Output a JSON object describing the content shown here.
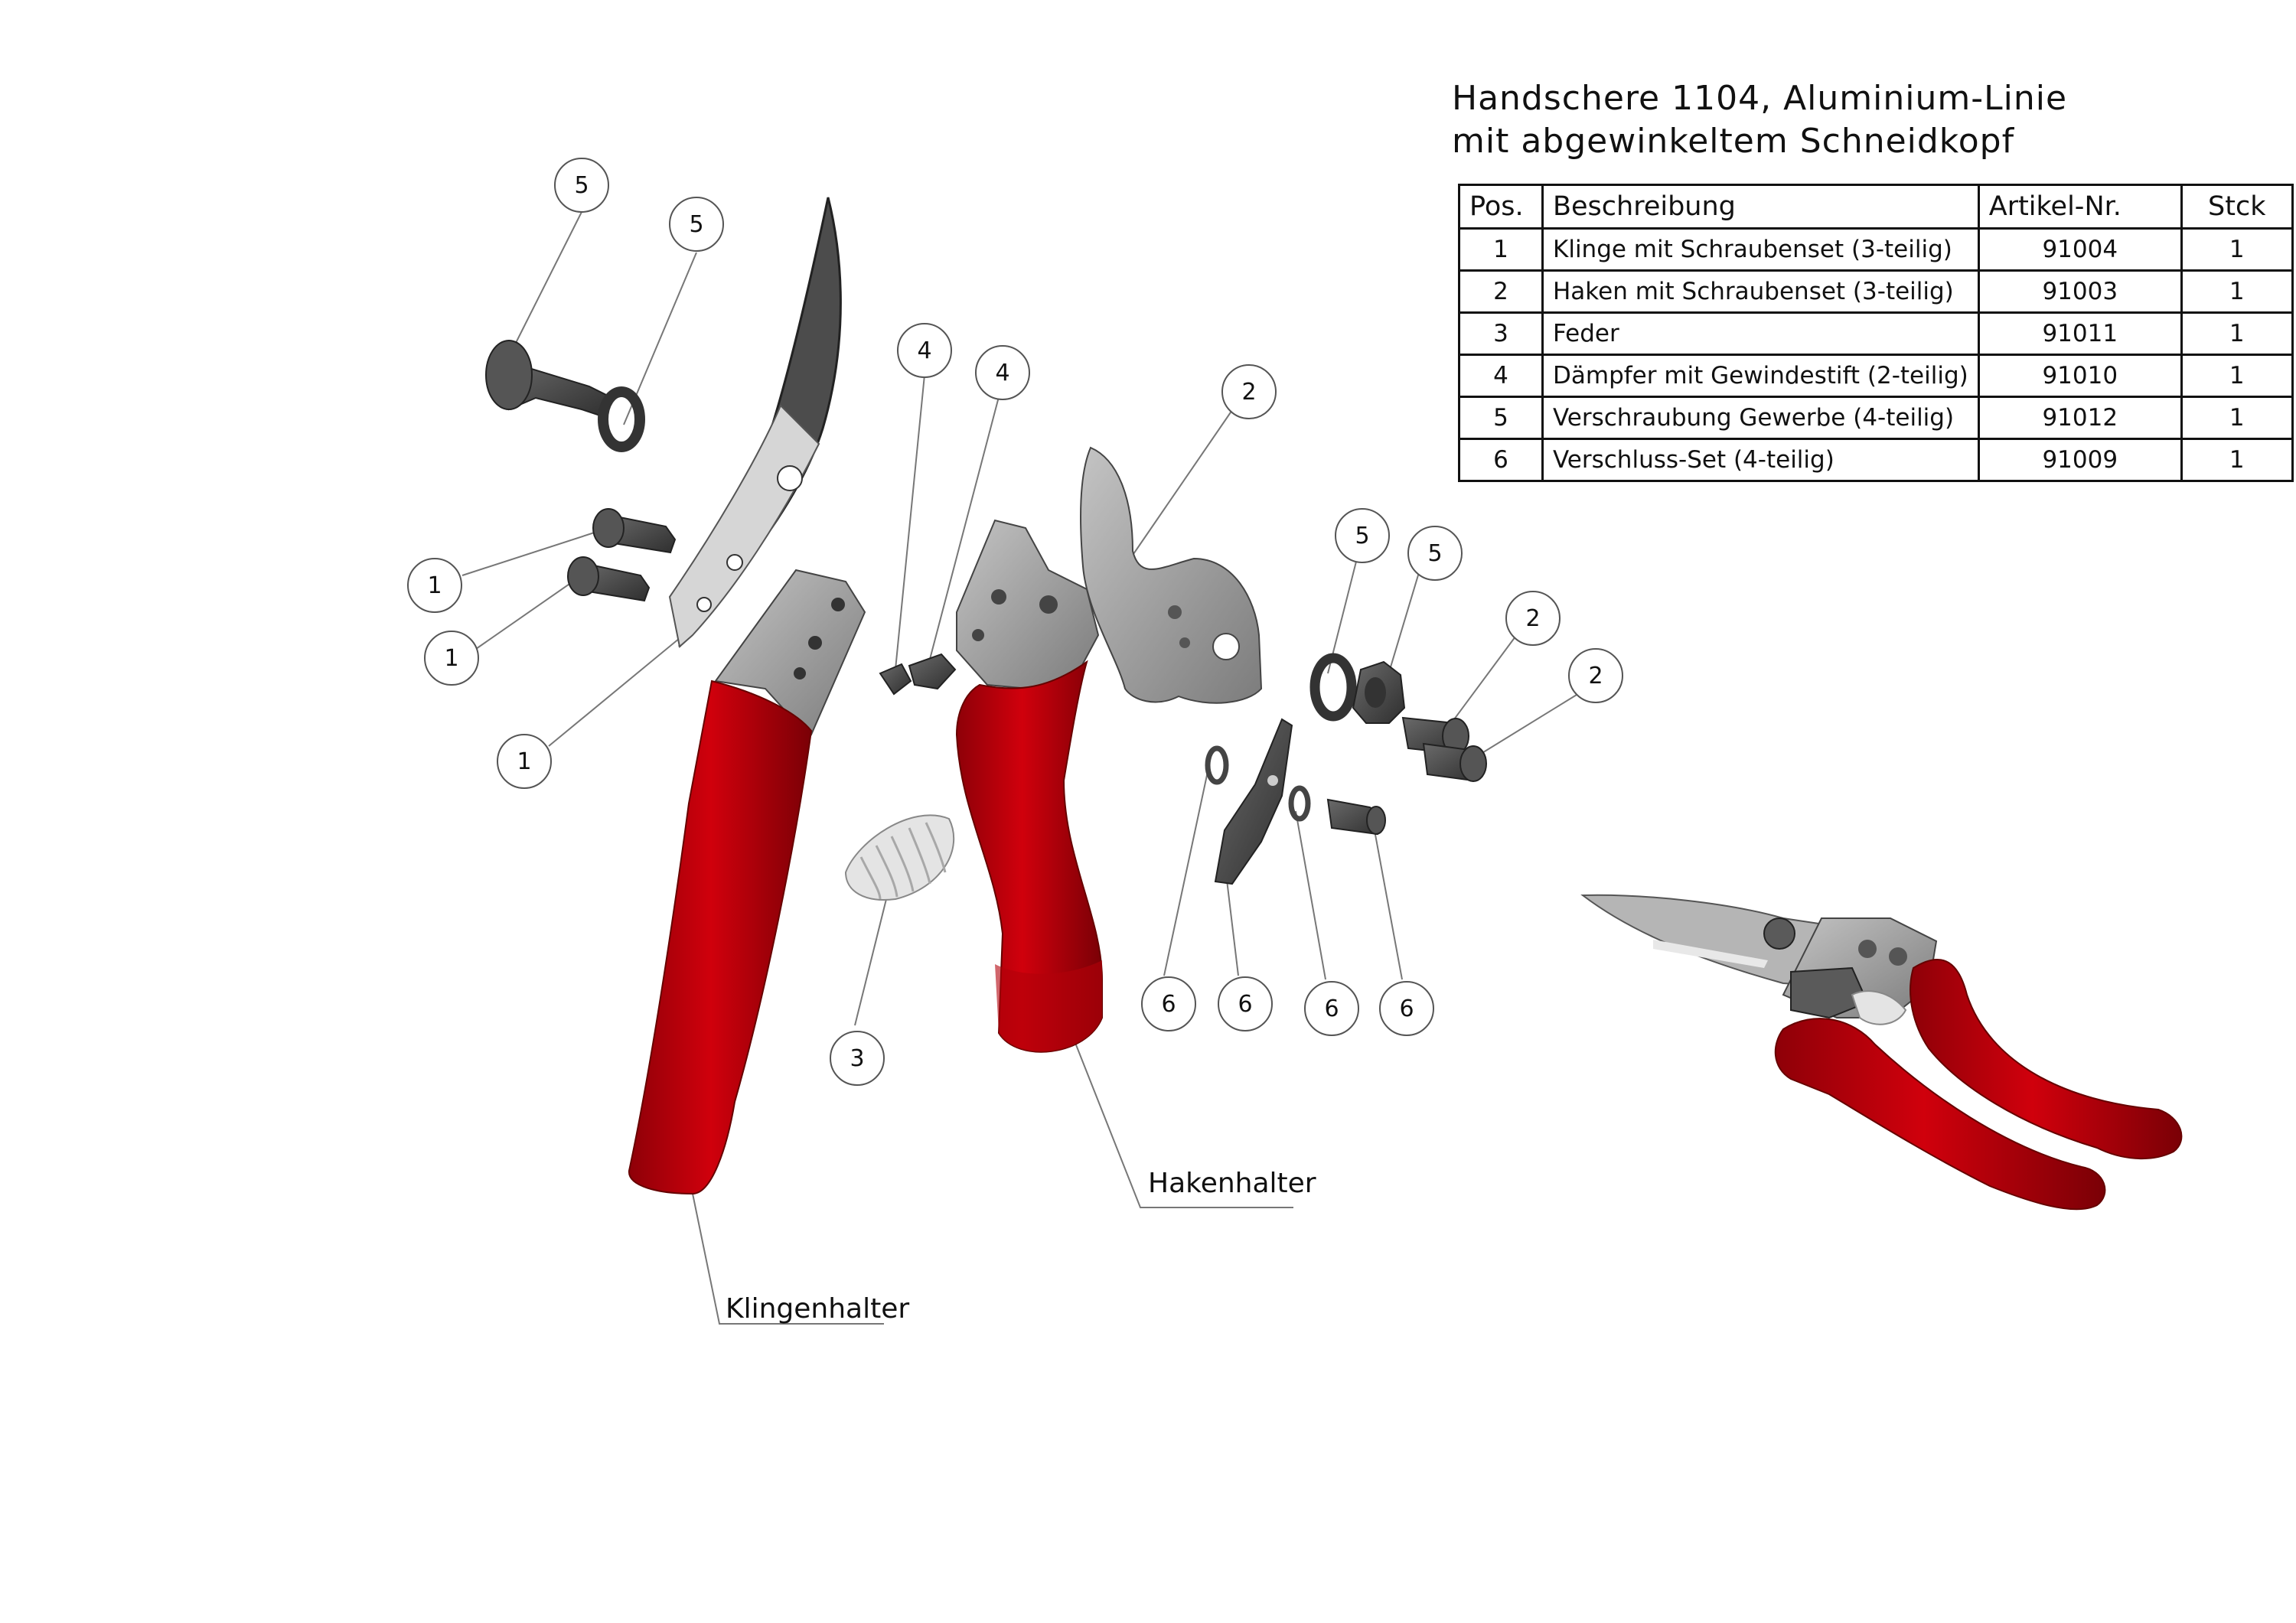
{
  "title": {
    "line1": "Handschere 1104, Aluminium-Linie",
    "line2": "mit abgewinkeltem Schneidkopf"
  },
  "parts_table": {
    "headers": [
      "Pos.",
      "Beschreibung",
      "Artikel-Nr.",
      "Stck"
    ],
    "rows": [
      [
        "1",
        "Klinge mit Schraubenset (3-teilig)",
        "91004",
        "1"
      ],
      [
        "2",
        "Haken mit Schraubenset (3-teilig)",
        "91003",
        "1"
      ],
      [
        "3",
        "Feder",
        "91011",
        "1"
      ],
      [
        "4",
        "Dämpfer mit Gewindestift (2-teilig)",
        "91010",
        "1"
      ],
      [
        "5",
        "Verschraubung Gewerbe (4-teilig)",
        "91012",
        "1"
      ],
      [
        "6",
        "Verschluss-Set (4-teilig)",
        "91009",
        "1"
      ]
    ]
  },
  "callouts": [
    "5",
    "5",
    "1",
    "1",
    "1",
    "4",
    "4",
    "2",
    "5",
    "5",
    "2",
    "2",
    "3",
    "6",
    "6",
    "6",
    "6"
  ],
  "labels": {
    "blade_holder": "Klingenhalter",
    "hook_holder": "Hakenhalter"
  },
  "colors": {
    "handle_red": "#c8000a",
    "metal_light": "#a9a9a9",
    "metal_dark": "#4a4a4a",
    "spring_white": "#e6e6e6"
  }
}
